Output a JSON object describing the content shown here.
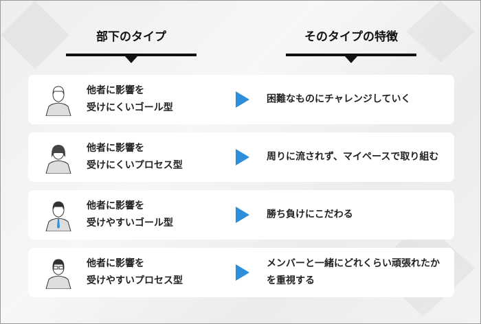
{
  "headers": {
    "left": "部下のタイプ",
    "right": "そのタイプの特徴"
  },
  "accent": "#2b8fdc",
  "rows": [
    {
      "icon": "man-avatar-icon",
      "type_line1": "他者に影響を",
      "type_line2": "受けにくいゴール型",
      "trait": "困難なものにチャレンジしていく"
    },
    {
      "icon": "woman-avatar-icon",
      "type_line1": "他者に影響を",
      "type_line2": "受けにくいプロセス型",
      "trait": "周りに流されず、マイペースで取り組む"
    },
    {
      "icon": "man-suit-avatar-icon",
      "type_line1": "他者に影響を",
      "type_line2": "受けやすいゴール型",
      "trait": "勝ち負けにこだわる"
    },
    {
      "icon": "man-glasses-avatar-icon",
      "type_line1": "他者に影響を",
      "type_line2": "受けやすいプロセス型",
      "trait": "メンバーと一緒にどれくらい頑張れたかを重視する"
    }
  ]
}
